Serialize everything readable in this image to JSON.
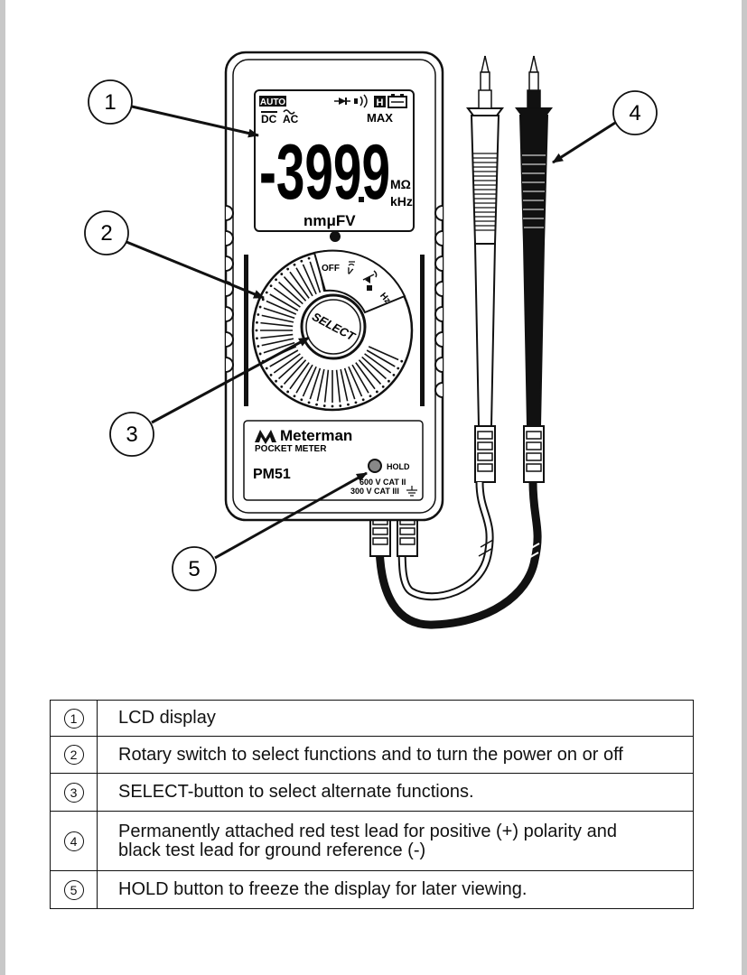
{
  "callouts": [
    "1",
    "2",
    "3",
    "4",
    "5"
  ],
  "lcd": {
    "auto": "AUTO",
    "dc": "DC",
    "ac": "AC",
    "max": "MAX",
    "hold_flag": "H",
    "reading": "-3999",
    "unit_mohm": "MΩ",
    "unit_khz": "kHz",
    "units_bottom": "nmμFV"
  },
  "dial": {
    "off_label": "OFF",
    "v_label": "V",
    "hz_label": "Hz",
    "select_label": "SELECT"
  },
  "faceplate": {
    "brand": "Meterman",
    "product_line": "POCKET METER",
    "model": "PM51",
    "hold_label": "HOLD",
    "rating_1": "600 V CAT II",
    "rating_2": "300 V CAT III"
  },
  "legend": [
    {
      "num": "1",
      "text": "LCD display"
    },
    {
      "num": "2",
      "text": "Rotary switch to select functions and to turn the power on or off"
    },
    {
      "num": "3",
      "text": "SELECT-button to select alternate functions."
    },
    {
      "num": "4",
      "text_line1": "Permanently attached red test lead for positive (+) polarity and",
      "text_line2": "black test lead for ground reference (-)"
    },
    {
      "num": "5",
      "text": "HOLD button to freeze the display for later viewing."
    }
  ]
}
